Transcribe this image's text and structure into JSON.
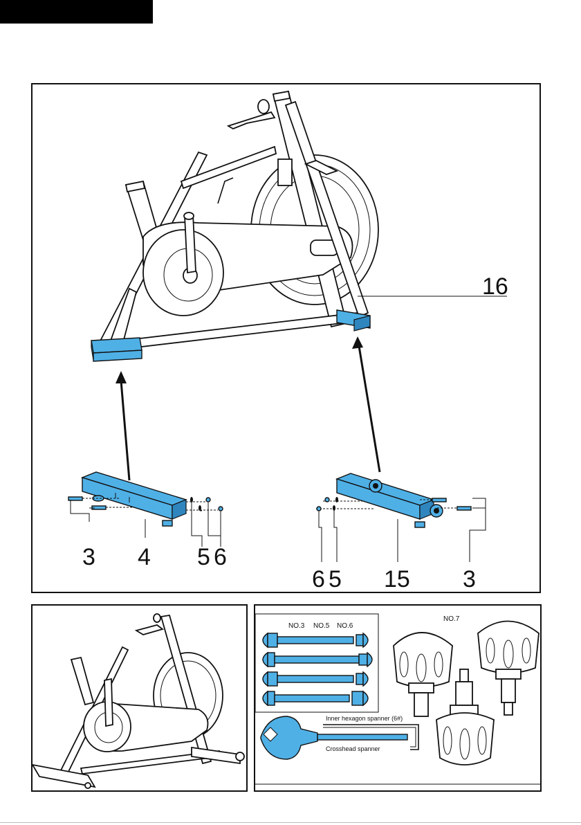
{
  "callouts": {
    "frame": "16",
    "bolt_left": "3",
    "front_stabilizer": "4",
    "washer_left": "5",
    "nut_left": "6",
    "nut_right": "6",
    "washer_right": "5",
    "rear_stabilizer": "15",
    "bolt_right": "3"
  },
  "hardware": {
    "labels": [
      "NO.3",
      "NO.5",
      "NO.6"
    ],
    "knob_label": "NO.7"
  },
  "tools": {
    "inner_hex": "Inner hexagon spanner (6#)",
    "crosshead": "Crosshead spanner"
  },
  "colors": {
    "highlight": "#4fb0e6",
    "outline": "#111111"
  }
}
